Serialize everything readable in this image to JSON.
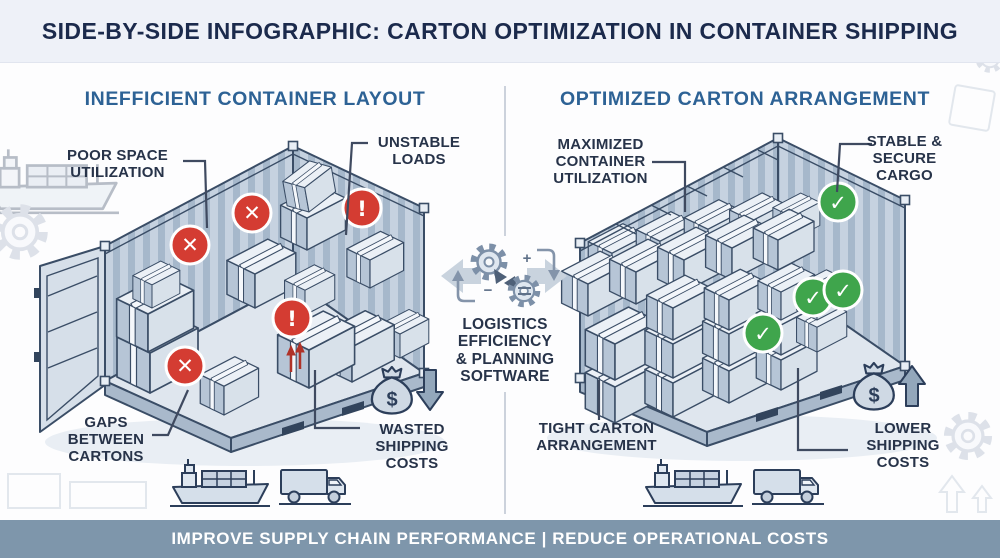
{
  "header": {
    "title": "SIDE-BY-SIDE INFOGRAPHIC: CARTON OPTIMIZATION IN CONTAINER SHIPPING"
  },
  "left_panel": {
    "title": "INEFFICIENT CONTAINER LAYOUT",
    "callouts": {
      "poor_space": "POOR SPACE\nUTILIZATION",
      "unstable": "UNSTABLE\nLOADS",
      "gaps": "GAPS\nBETWEEN\nCARTONS",
      "wasted": "WASTED\nSHIPPING\nCOSTS"
    }
  },
  "right_panel": {
    "title": "OPTIMIZED CARTON ARRANGEMENT",
    "callouts": {
      "maximized": "MAXIMIZED\nCONTAINER\nUTILIZATION",
      "stable": "STABLE &\nSECURE\nCARGO",
      "tight": "TIGHT CARTON\nARRANGEMENT",
      "lower": "LOWER\nSHIPPING\nCOSTS"
    }
  },
  "center": {
    "label": "LOGISTICS\nEFFICIENCY\n& PLANNING\nSOFTWARE"
  },
  "footer": {
    "text": "IMPROVE SUPPLY CHAIN PERFORMANCE | REDUCE OPERATIONAL COSTS"
  },
  "icons": {
    "error_glyph": "✕",
    "warning_glyph": "!",
    "success_glyph": "✓",
    "dollar_glyph": "$",
    "plus_glyph": "+",
    "minus_glyph": "−"
  },
  "colors": {
    "error_red": "#d43c32",
    "success_green": "#3fa54c",
    "header_navy": "#1b2a4c",
    "panel_title_blue": "#2d6295",
    "footer_bg": "#7e96ab"
  }
}
